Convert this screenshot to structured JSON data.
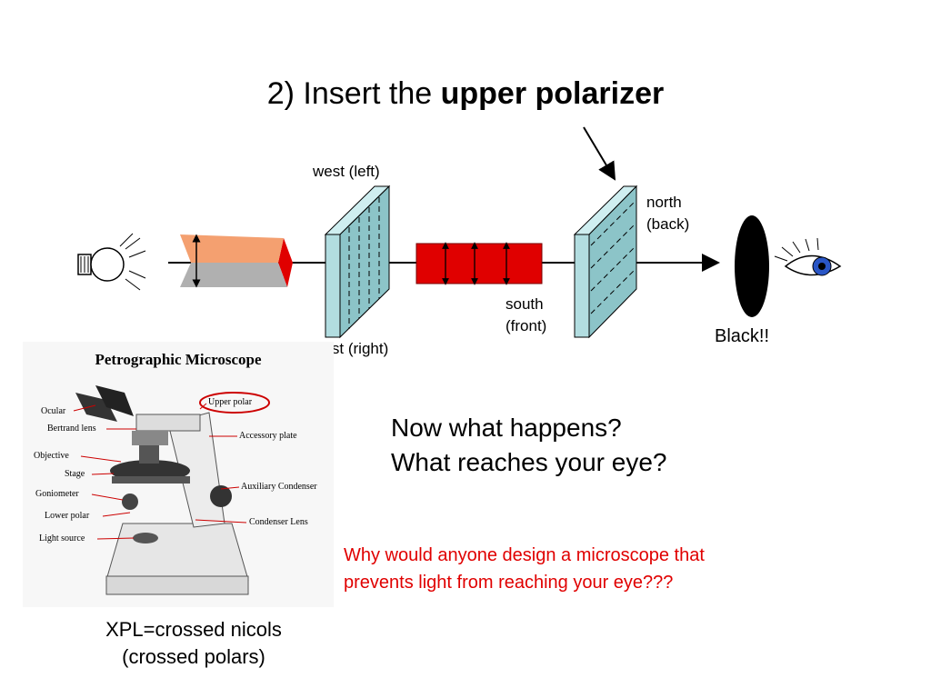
{
  "title": {
    "prefix": "2) Insert the ",
    "bold": "upper polarizer"
  },
  "labels": {
    "west": "west (left)",
    "east": "east (right)",
    "north": "north (back)",
    "south": "south (front)",
    "result": "Black!!"
  },
  "question": {
    "line1": "Now what happens?",
    "line2": "What reaches your eye?"
  },
  "why": {
    "line1": "Why would anyone design a microscope that",
    "line2": "prevents light from reaching your eye???",
    "color": "#e00000"
  },
  "microscope": {
    "title": "Petrographic Microscope",
    "parts": {
      "ocular": "Ocular",
      "bertrand_lens": "Bertrand lens",
      "objective": "Objective",
      "stage": "Stage",
      "goniometer": "Goniometer",
      "lower_polar": "Lower polar",
      "light_source": "Light source",
      "upper_polar": "Upper polar",
      "accessory_plate": "Accessory plate",
      "auxiliary_condenser": "Auxiliary Condenser",
      "condenser_lens": "Condenser Lens"
    }
  },
  "caption": {
    "line1": "XPL=crossed nicols",
    "line2": "(crossed polars)"
  },
  "colors": {
    "polarizer_fill": "#b2dde0",
    "crystal_red": "#e00000",
    "lower_polarizer_orange": "#f4a070",
    "lower_polarizer_gray": "#b0b0b0",
    "eye_iris": "#2a56c6"
  },
  "icons": [
    "light-bulb-icon",
    "eye-icon"
  ]
}
